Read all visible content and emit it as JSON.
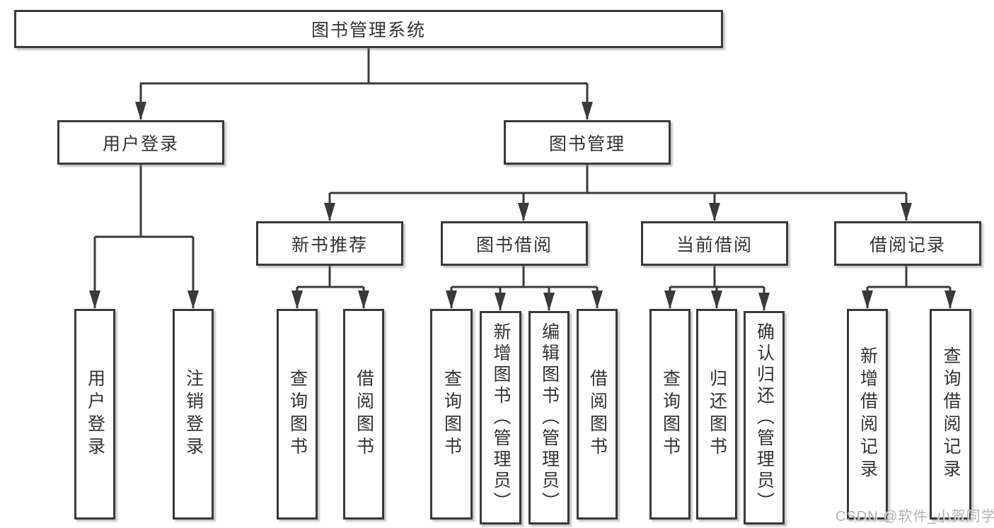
{
  "title": "图书管理系统",
  "watermark": "CSDN @软件_小贺同学",
  "colors": {
    "line": "#3a3a3a",
    "text": "#333333",
    "background": "#ffffff",
    "watermark": "#b2b2b2"
  },
  "nodes": {
    "root": {
      "label": "图书管理系统"
    },
    "userLogin": {
      "label": "用户登录"
    },
    "bookMgmt": {
      "label": "图书管理"
    },
    "login": {
      "label": "用户登录"
    },
    "logout": {
      "label": "注销登录"
    },
    "newBookRec": {
      "label": "新书推荐"
    },
    "bookBorrow": {
      "label": "图书借阅"
    },
    "currentBorrow": {
      "label": "当前借阅"
    },
    "borrowRecord": {
      "label": "借阅记录"
    },
    "nbrQuery": {
      "label": "查询图书"
    },
    "nbrBorrow": {
      "label": "借阅图书"
    },
    "bbQuery": {
      "label": "查询图书"
    },
    "bbAdd": {
      "label": "新增图书（管理员）"
    },
    "bbEdit": {
      "label": "编辑图书（管理员）"
    },
    "bbBorrow": {
      "label": "借阅图书"
    },
    "cbQuery": {
      "label": "查询图书"
    },
    "cbReturn": {
      "label": "归还图书"
    },
    "cbConfirm": {
      "label": "确认归还（管理员）"
    },
    "brAdd": {
      "label": "新增借阅记录"
    },
    "brQuery": {
      "label": "查询借阅记录"
    }
  },
  "hierarchy": {
    "图书管理系统": [
      "用户登录",
      "图书管理"
    ],
    "用户登录": [
      "用户登录",
      "注销登录"
    ],
    "图书管理": [
      "新书推荐",
      "图书借阅",
      "当前借阅",
      "借阅记录"
    ],
    "新书推荐": [
      "查询图书",
      "借阅图书"
    ],
    "图书借阅": [
      "查询图书",
      "新增图书（管理员）",
      "编辑图书（管理员）",
      "借阅图书"
    ],
    "当前借阅": [
      "查询图书",
      "归还图书",
      "确认归还（管理员）"
    ],
    "借阅记录": [
      "新增借阅记录",
      "查询借阅记录"
    ]
  }
}
